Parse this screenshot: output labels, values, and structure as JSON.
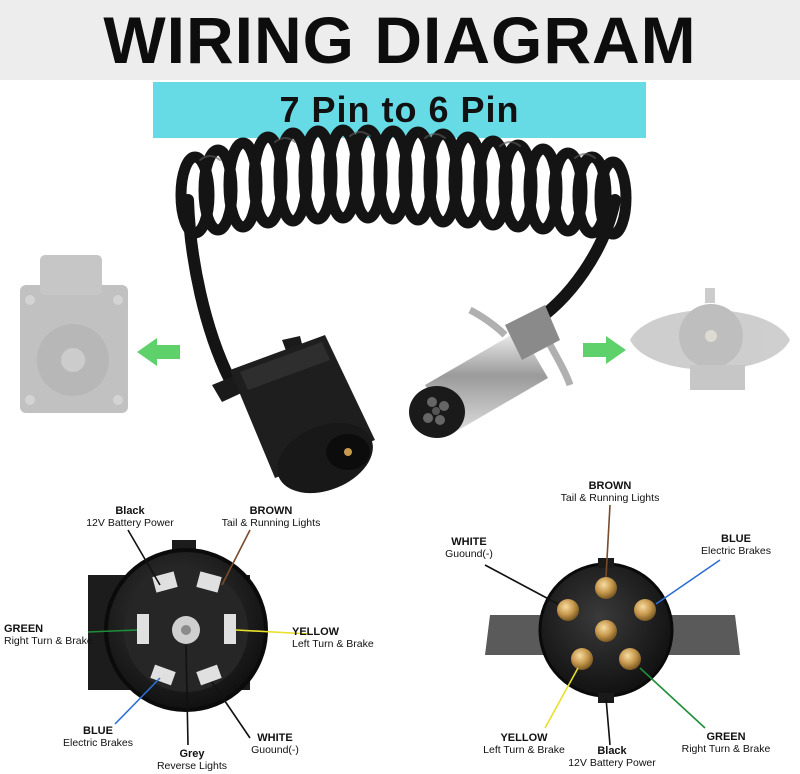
{
  "header": {
    "title": "WIRING DIAGRAM",
    "subtitle": "7 Pin to 6 Pin"
  },
  "seven_pin": {
    "black": {
      "name": "Black",
      "desc": "12V Battery Power"
    },
    "brown": {
      "name": "BROWN",
      "desc": "Tail & Running Lights"
    },
    "green": {
      "name": "GREEN",
      "desc": "Right Turn & Brake"
    },
    "yellow": {
      "name": "YELLOW",
      "desc": "Left Turn & Brake"
    },
    "blue": {
      "name": "BLUE",
      "desc": "Electric Brakes"
    },
    "grey": {
      "name": "Grey",
      "desc": "Reverse Lights"
    },
    "white": {
      "name": "WHITE",
      "desc": "Guound(-)"
    }
  },
  "six_pin": {
    "brown": {
      "name": "BROWN",
      "desc": "Tail & Running Lights"
    },
    "white": {
      "name": "WHITE",
      "desc": "Guound(-)"
    },
    "blue": {
      "name": "BLUE",
      "desc": "Electric Brakes"
    },
    "yellow": {
      "name": "YELLOW",
      "desc": "Left Turn & Brake"
    },
    "black": {
      "name": "Black",
      "desc": "12V Battery Power"
    },
    "green": {
      "name": "GREEN",
      "desc": "Right Turn & Brake"
    }
  },
  "colors": {
    "arrow": "#5fd16a",
    "subtitle_bg": "#66dbe6",
    "wire_green": "#1f8f3a",
    "wire_yellow": "#e8e02a",
    "wire_blue": "#2d6fd6",
    "wire_brown": "#7a4b2a"
  },
  "icons": [
    "left-arrow-icon",
    "right-arrow-icon"
  ]
}
